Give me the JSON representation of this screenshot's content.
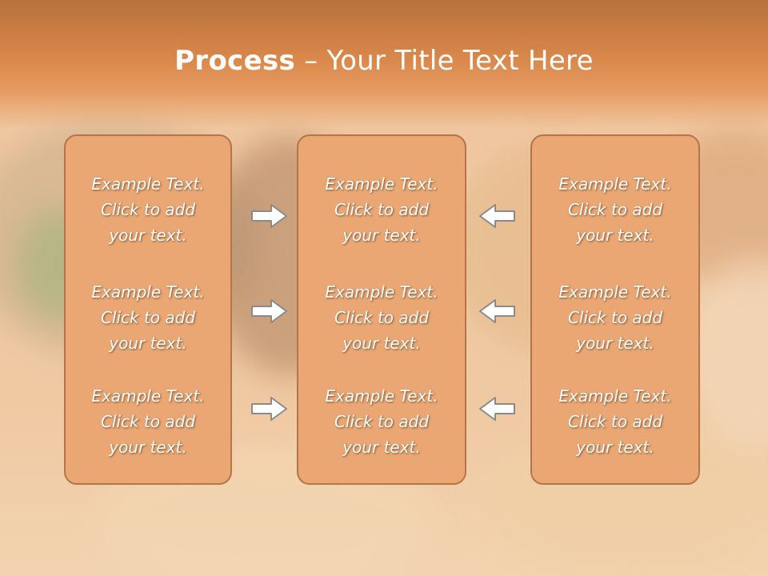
{
  "title": {
    "bold": "Process",
    "rest": " – Your Title Text Here"
  },
  "columns": [
    {
      "items": [
        [
          "Example Text.",
          "Click  to add",
          "your text."
        ],
        [
          "Example Text.",
          "Click  to add",
          "your text."
        ],
        [
          "Example Text.",
          "Click  to add",
          "your text."
        ]
      ]
    },
    {
      "items": [
        [
          "Example Text.",
          "Click  to add",
          "your text."
        ],
        [
          "Example Text.",
          "Click  to add",
          "your text."
        ],
        [
          "Example Text.",
          "Click  to add",
          "your text."
        ]
      ]
    },
    {
      "items": [
        [
          "Example Text.",
          "Click  to add",
          "your text."
        ],
        [
          "Example Text.",
          "Click  to add",
          "your text."
        ],
        [
          "Example Text.",
          "Click  to add",
          "your text."
        ]
      ]
    }
  ],
  "arrows": {
    "left_group": "right-arrow-icon",
    "right_group": "left-arrow-icon"
  },
  "colors": {
    "header": "#d9874a",
    "box_fill": "#eaa774",
    "box_border": "#b47648",
    "text": "#ffffff"
  }
}
